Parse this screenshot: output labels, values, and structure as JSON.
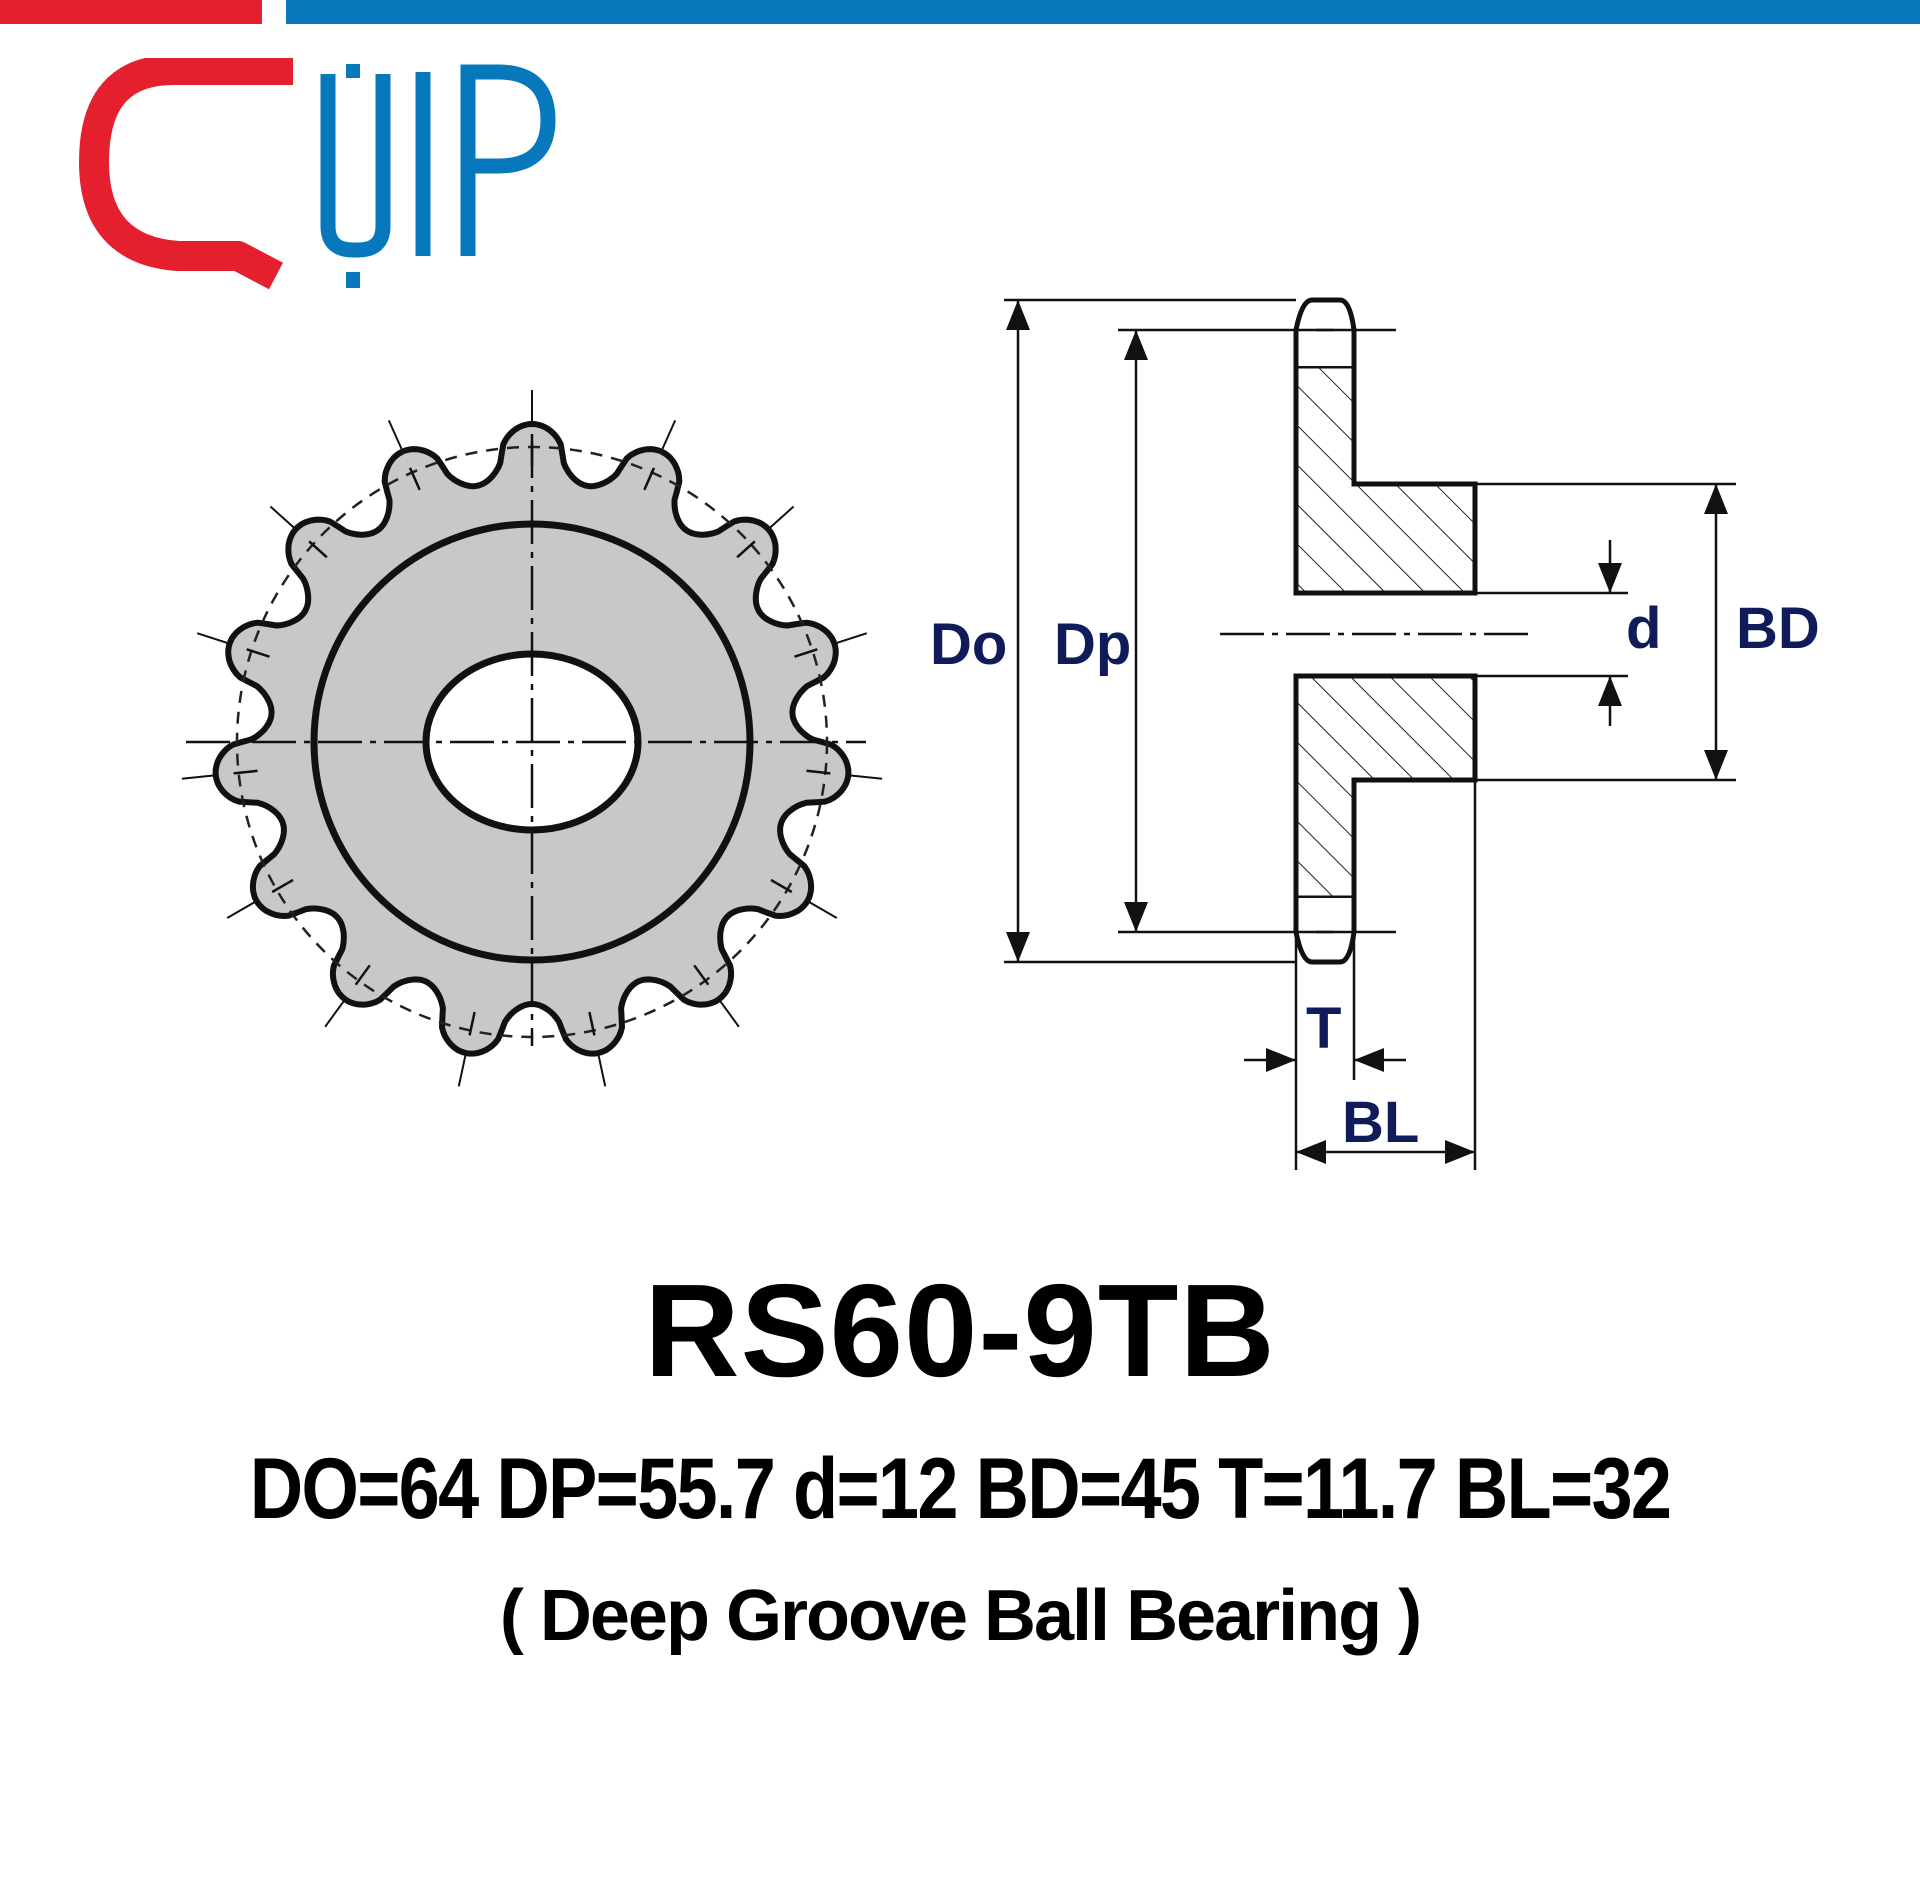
{
  "brand": {
    "logo_text": "QUIP",
    "colors": {
      "red": "#e4202e",
      "blue": "#0878bd",
      "navy": "#101c5a"
    }
  },
  "diagram": {
    "labels": {
      "do": "Do",
      "dp": "Dp",
      "d": "d",
      "bd": "BD",
      "t": "T",
      "bl": "BL"
    },
    "front_view": {
      "teeth": 15
    }
  },
  "product": {
    "model": "RS60-9TB",
    "specs": "DO=64 DP=55.7 d=12 BD=45 T=11.7 BL=32",
    "type": "( Deep Groove Ball Bearing )"
  }
}
